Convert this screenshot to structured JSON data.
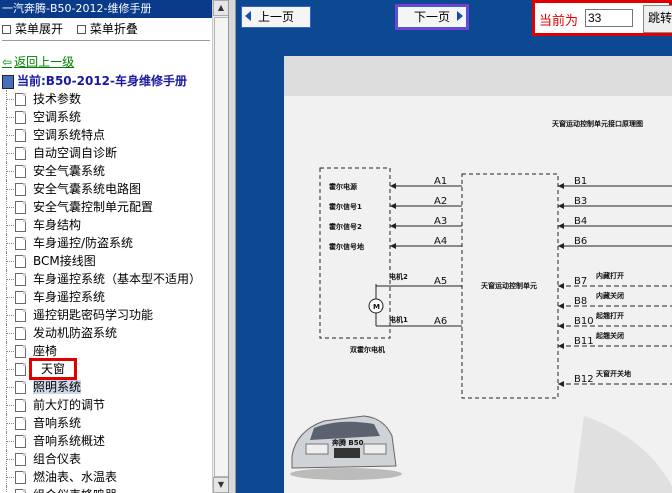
{
  "left": {
    "title": "一汽奔腾-B50-2012-维修手册",
    "menu_expand": "菜单展开",
    "menu_collapse": "菜单折叠",
    "back": "返回上一级",
    "current": "当前:B50-2012-车身维修手册",
    "items": [
      "技术参数",
      "空调系统",
      "空调系统特点",
      "自动空调自诊断",
      "安全气囊系统",
      "安全气囊系统电路图",
      "安全气囊控制单元配置",
      "车身结构",
      "车身遥控/防盗系统",
      "BCM接线图",
      "车身遥控系统（基本型不适用）",
      "车身遥控系统",
      "遥控钥匙密码学习功能",
      "发动机防盗系统",
      "座椅",
      "天窗",
      "照明系统",
      "前大灯的调节",
      "音响系统",
      "音响系统概述",
      "组合仪表",
      "燃油表、水温表",
      "组合仪表蜂鸣器"
    ],
    "selected_item": "照明系统",
    "highlighted_item": "天窗"
  },
  "toolbar": {
    "prev_label": "上一页",
    "next_label": "下一页",
    "page_label": "当前为",
    "page_value": "33",
    "go_label": "跳转"
  },
  "diagram": {
    "title": "天窗运动控制单元接口原理图",
    "left_labels": [
      "霍尔电源",
      "霍尔信号1",
      "霍尔信号2",
      "霍尔信号地"
    ],
    "motor_labels": [
      "电机2",
      "电机1"
    ],
    "motor_caption": "双霍尔电机",
    "motor_symbol": "M",
    "unit_label": "天窗运动控制单元",
    "a_pins": [
      "A1",
      "A2",
      "A3",
      "A4",
      "A5",
      "A6"
    ],
    "b_pins": [
      "B1",
      "B3",
      "B4",
      "B6",
      "B7",
      "B8",
      "B10",
      "B11",
      "B12"
    ],
    "b_labels": [
      "",
      "",
      "",
      "",
      "内藏打开",
      "内藏关闭",
      "起翘打开",
      "起翘关闭",
      "天窗开关地"
    ],
    "car_badge": "奔腾 B50"
  },
  "colors": {
    "title_bar": "#0a3a8a",
    "right_background": "#0d4893",
    "highlight_box": "#e00000",
    "current_text": "#1a1aa0",
    "back_link": "#008000"
  }
}
